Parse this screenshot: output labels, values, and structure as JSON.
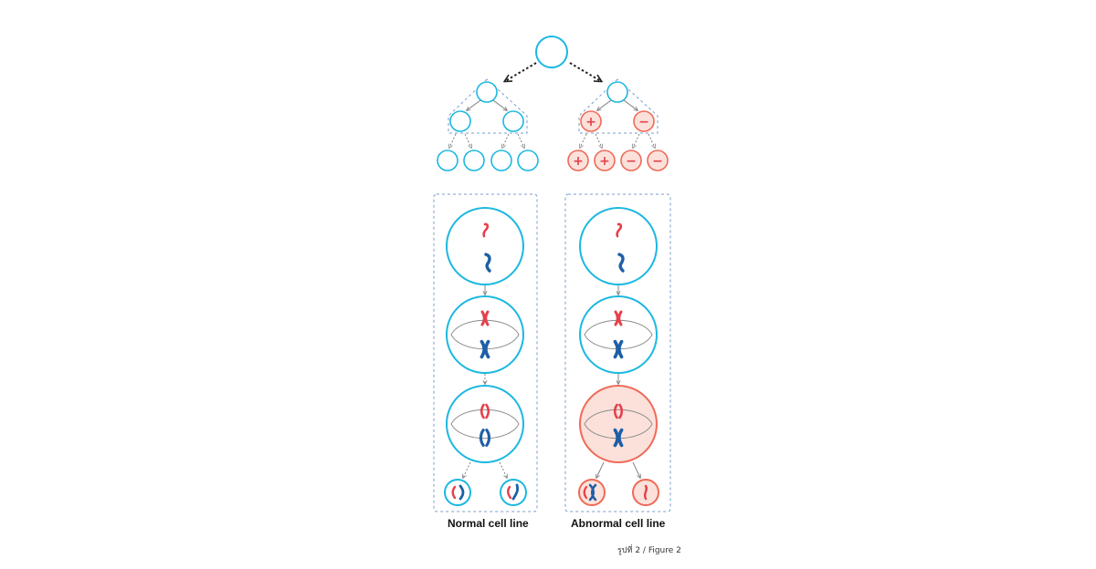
{
  "labels": {
    "normal": "Normal cell line",
    "abnormal": "Abnormal cell line"
  },
  "caption": "รูปที่ 2 / Figure 2",
  "signs": {
    "plus": "+",
    "minus": "−"
  },
  "colors": {
    "cyan": "#1bb8e0",
    "salmon": "#ef6a58",
    "salmon_fill": "#fbe1da",
    "red_chromosome": "#e5404a",
    "blue_chromosome": "#1d5fa6",
    "spindle": "#8a8a8a",
    "dash_box": "#7a9ecb"
  }
}
